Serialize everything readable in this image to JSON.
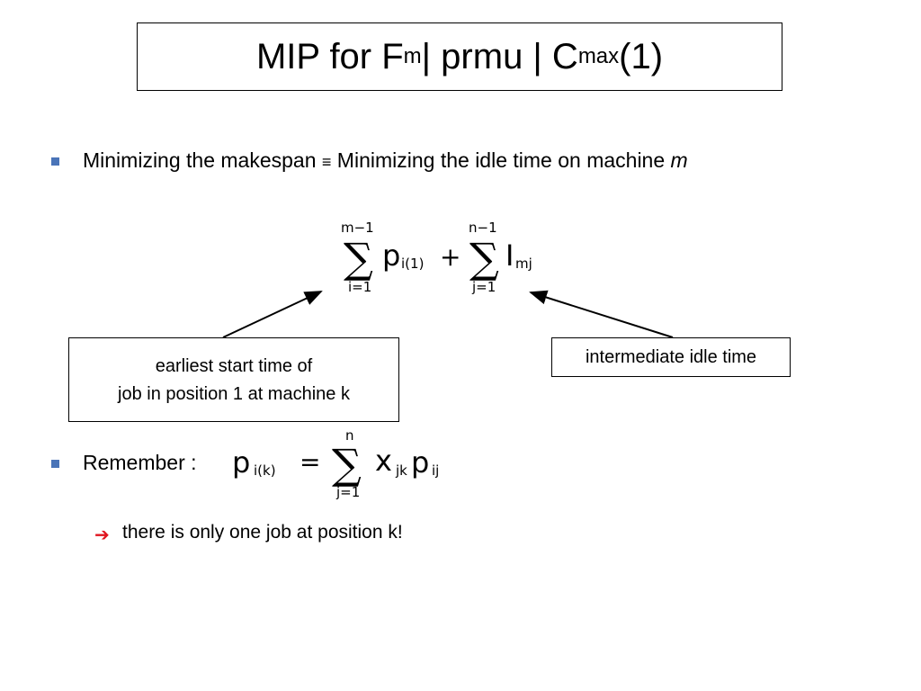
{
  "title": {
    "prefix": "MIP for F",
    "sub_m": "m",
    "middle": " | prmu | C",
    "sub_max": "max",
    "suffix": " (1)"
  },
  "bullet1": {
    "text_before": "Minimizing the makespan ",
    "equiv_symbol": "≡",
    "text_after": " Minimizing the idle time on machine ",
    "italic_var": "m"
  },
  "formula1": {
    "sum1_upper": "m−1",
    "sum1_lower": "i=1",
    "sigma": "∑",
    "p": "p",
    "p_sub": "i(1)",
    "plus": "+",
    "sum2_upper": "n−1",
    "sum2_lower": "j=1",
    "I": "I",
    "I_sub": "mj"
  },
  "callout_left": {
    "line1": "earliest start time of",
    "line2": "job in position 1 at machine k"
  },
  "callout_right": {
    "text": "intermediate idle time"
  },
  "bullet2": {
    "label": "Remember :"
  },
  "formula2": {
    "p": "p",
    "p_sub": "i(k)",
    "eq": "=",
    "sum_upper": "n",
    "sum_lower": "j=1",
    "sigma": "∑",
    "x": "x",
    "x_sub": "jk",
    "p2": "p",
    "p2_sub": "ij"
  },
  "sub_bullet": {
    "arrow": "➔",
    "text": "there is only one job at position k!"
  },
  "colors": {
    "bullet": "#4a74b8",
    "arrow": "#e0141e"
  }
}
